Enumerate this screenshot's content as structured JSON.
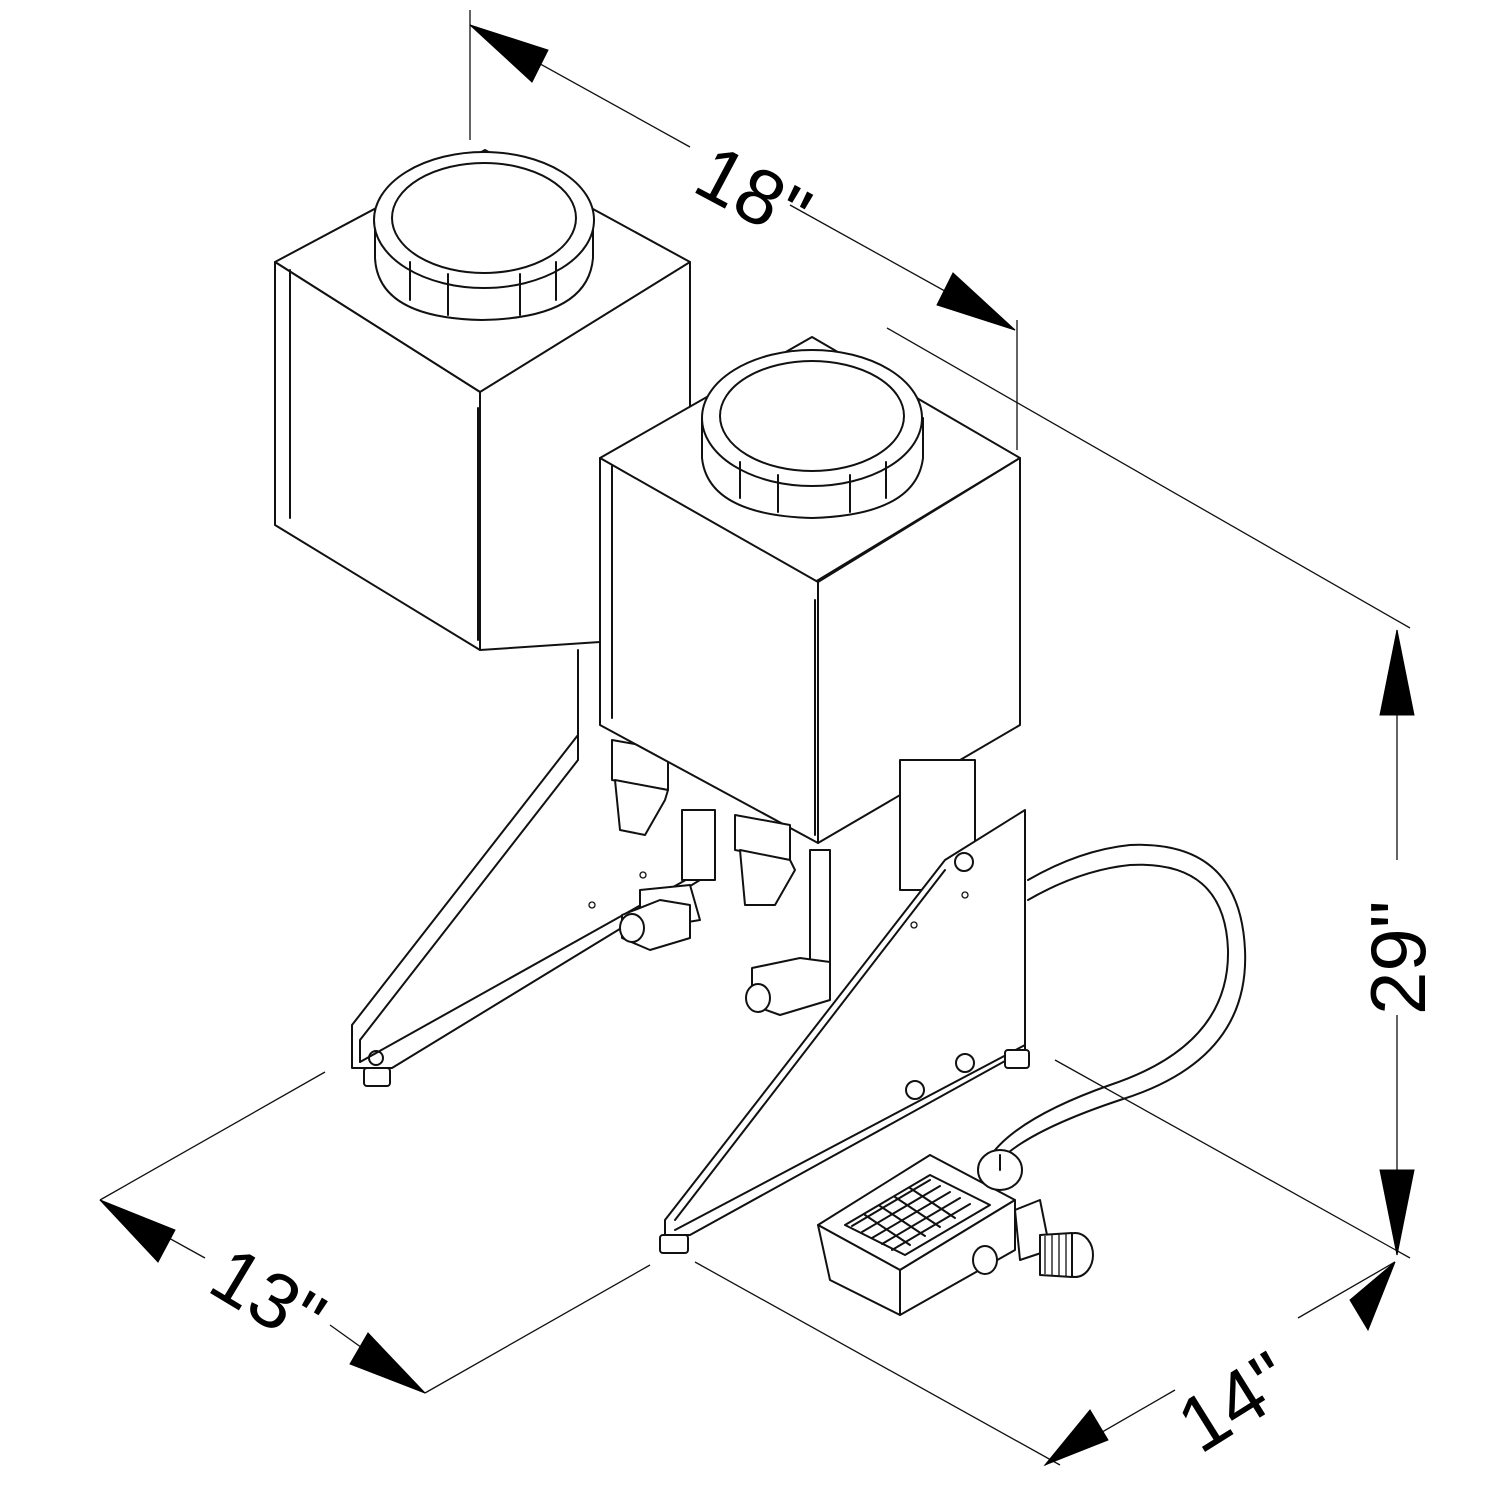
{
  "dimensions": {
    "width": "18\"",
    "height": "29\"",
    "depth": "13\"",
    "base": "14\""
  },
  "colors": {
    "line": "#111111",
    "background": "#ffffff"
  }
}
